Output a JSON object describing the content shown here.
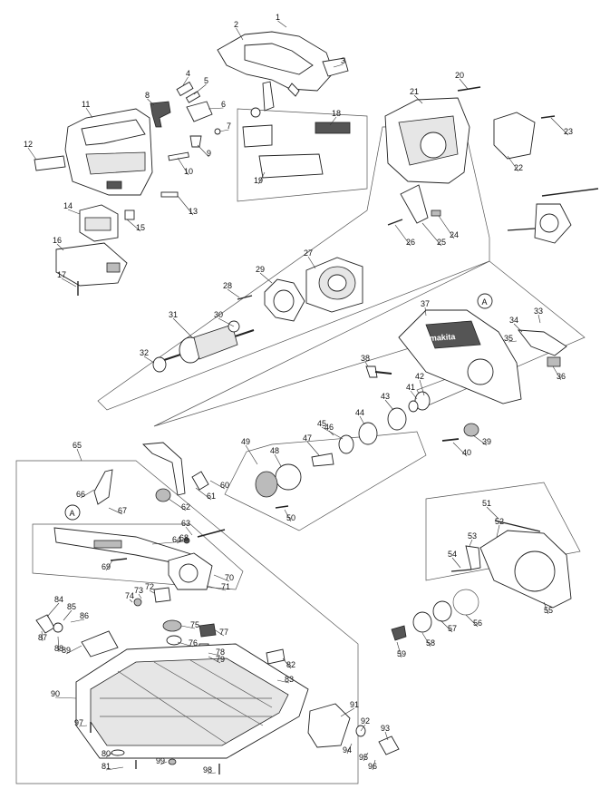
{
  "callout_markers": [
    "A",
    "A"
  ],
  "brand_mark": "makita",
  "part_numbers": [
    "1",
    "2",
    "3",
    "4",
    "5",
    "6",
    "7",
    "8",
    "9",
    "10",
    "11",
    "12",
    "13",
    "14",
    "15",
    "16",
    "17",
    "18",
    "19",
    "20",
    "21",
    "22",
    "23",
    "24",
    "25",
    "26",
    "27",
    "28",
    "29",
    "30",
    "31",
    "32",
    "33",
    "34",
    "35",
    "36",
    "37",
    "38",
    "39",
    "40",
    "41",
    "42",
    "43",
    "44",
    "45",
    "46",
    "47",
    "48",
    "49",
    "50",
    "51",
    "52",
    "53",
    "54",
    "55",
    "56",
    "57",
    "58",
    "59",
    "60",
    "61",
    "62",
    "63",
    "64",
    "65",
    "66",
    "67",
    "68",
    "69",
    "70",
    "71",
    "72",
    "73",
    "74",
    "75",
    "76",
    "77",
    "78",
    "79",
    "80",
    "81",
    "82",
    "83",
    "84",
    "85",
    "86",
    "87",
    "88",
    "89",
    "90",
    "91",
    "92",
    "93",
    "94",
    "95",
    "96",
    "97",
    "98",
    "99"
  ]
}
